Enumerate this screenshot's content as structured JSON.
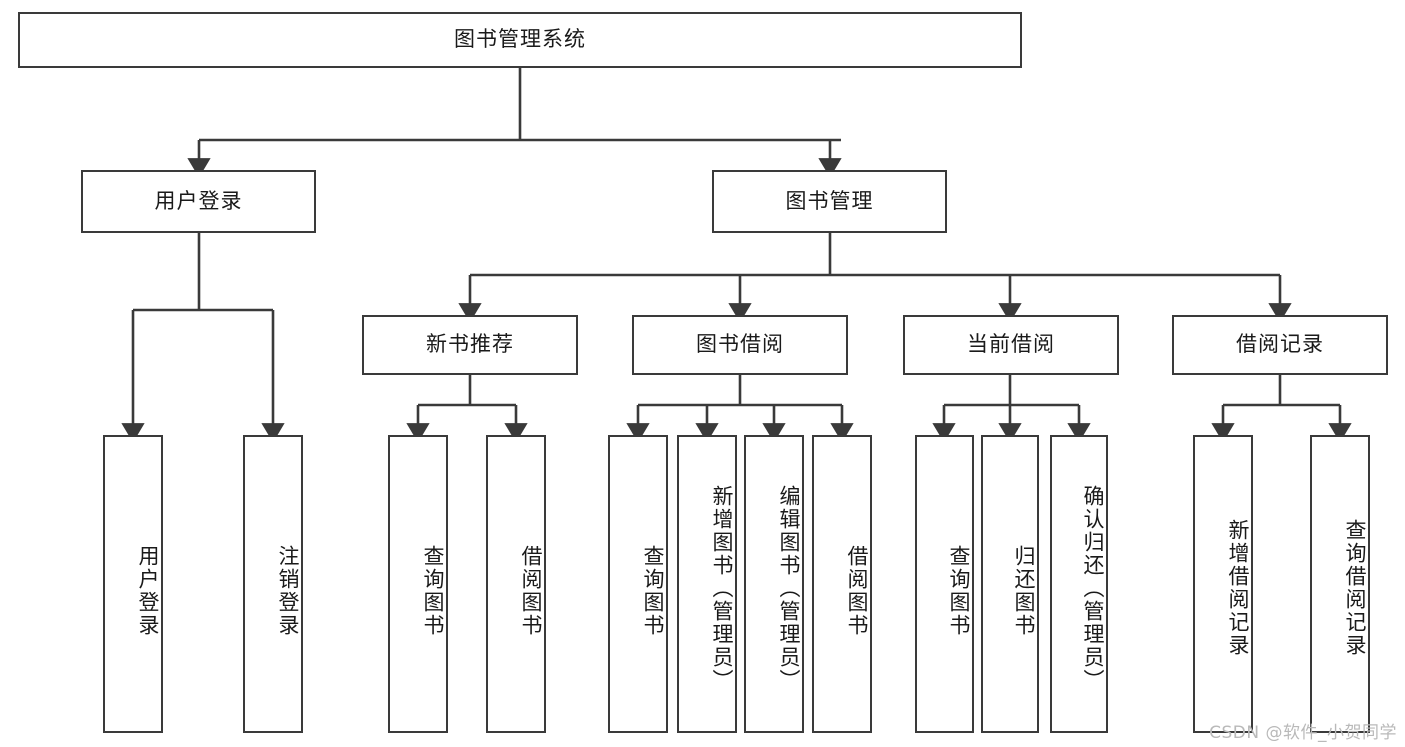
{
  "diagram": {
    "title": "图书管理系统",
    "type": "tree",
    "watermark": "CSDN @软件_小贺同学",
    "colors": {
      "border": "#3a3a3a",
      "fill": "#ffffff",
      "edge": "#3a3a3a",
      "text": "#1a1a1a",
      "watermark": "#b9b9b9"
    },
    "nodes": {
      "root": {
        "label": "图书管理系统",
        "orientation": "horizontal"
      },
      "level2": [
        {
          "label": "用户登录",
          "orientation": "horizontal"
        },
        {
          "label": "图书管理",
          "orientation": "horizontal"
        }
      ],
      "level3": [
        {
          "label": "新书推荐",
          "orientation": "horizontal"
        },
        {
          "label": "图书借阅",
          "orientation": "horizontal"
        },
        {
          "label": "当前借阅",
          "orientation": "horizontal"
        },
        {
          "label": "借阅记录",
          "orientation": "horizontal"
        }
      ],
      "leaves": {
        "user_login": [
          {
            "label": "用户登录",
            "orientation": "vertical"
          },
          {
            "label": "注销登录",
            "orientation": "vertical"
          }
        ],
        "new_books": [
          {
            "label": "查询图书",
            "orientation": "vertical"
          },
          {
            "label": "借阅图书",
            "orientation": "vertical"
          }
        ],
        "book_borrow": [
          {
            "label": "查询图书",
            "orientation": "vertical"
          },
          {
            "label": "新增图书（管理员）",
            "orientation": "vertical"
          },
          {
            "label": "编辑图书（管理员）",
            "orientation": "vertical"
          },
          {
            "label": "借阅图书",
            "orientation": "vertical"
          }
        ],
        "current_borrow": [
          {
            "label": "查询图书",
            "orientation": "vertical"
          },
          {
            "label": "归还图书",
            "orientation": "vertical"
          },
          {
            "label": "确认归还（管理员）",
            "orientation": "vertical"
          }
        ],
        "borrow_record": [
          {
            "label": "新增借阅记录",
            "orientation": "vertical"
          },
          {
            "label": "查询借阅记录",
            "orientation": "vertical"
          }
        ]
      }
    }
  }
}
